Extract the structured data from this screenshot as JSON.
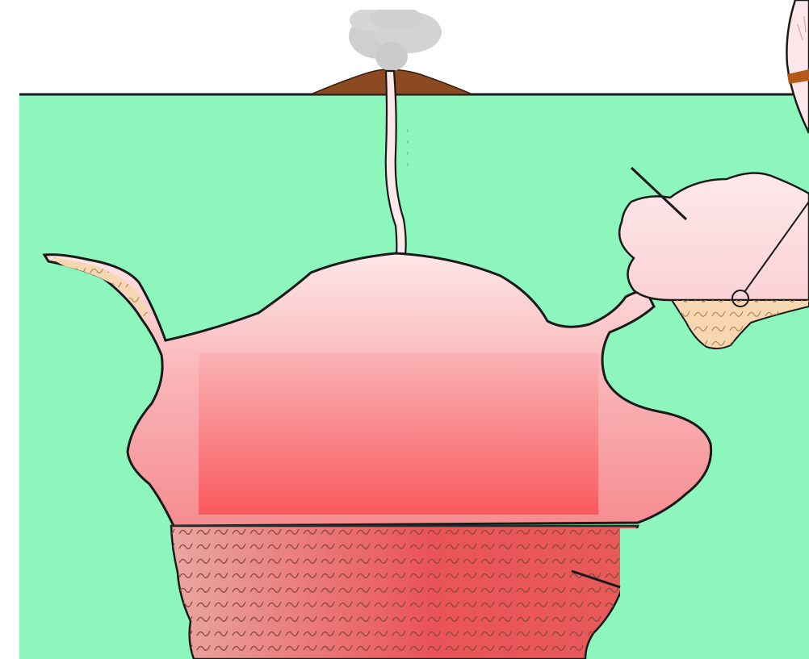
{
  "colors": {
    "crust": "#8df6bc",
    "magma_light": "#fde0e2",
    "magma_mid": "#f8a6aa",
    "magma_deep": "#f25a5e",
    "crystal_fill": "#f6d7b2",
    "cone": "#8b4a22",
    "smoke": "#cfcfcf",
    "outline": "#1a1a1a",
    "sky": "#ffffff"
  },
  "diagram": {
    "type": "magma-chamber cross-section",
    "features": [
      "volcano-cone",
      "eruption-plume",
      "conduit",
      "main-magma-chamber",
      "satellite-magma-chamber",
      "crystal-cumulate-layer",
      "dike-offshoot",
      "magnifier-inset"
    ]
  }
}
